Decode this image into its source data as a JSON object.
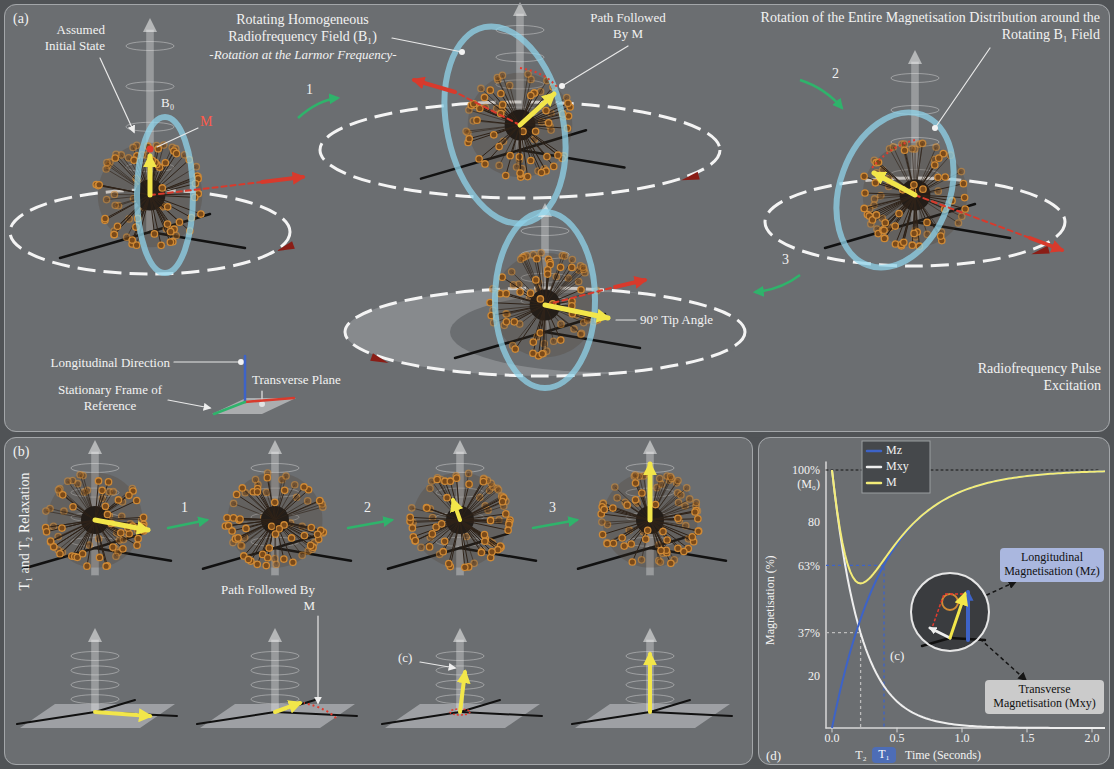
{
  "diagram": {
    "nodes": [
      {
        "text": [
          "(a)",
          "Radiofrequency Pulse Excitation"
        ]
      },
      {
        "text": [
          "(b)",
          "T₁ and T₂ Relaxation"
        ]
      },
      {
        "text": [
          "(d)"
        ]
      },
      {
        "text": [
          "(c)"
        ],
        "in": 2
      },
      {
        "text": [
          "Longitudinal Magnetisation (Mz)"
        ],
        "in": 2
      },
      {
        "text": [
          "Transverse Magnetisation (Mxy)"
        ],
        "in": 2
      },
      {
        "text": [
          "T₁"
        ],
        "in": 2
      }
    ],
    "edges": [
      {
        "from": 3,
        "to": 4,
        "arrow": "to"
      },
      {
        "from": 3,
        "to": 5,
        "arrow": "to"
      }
    ],
    "labels": [
      "Rotating Homogeneous Radiofrequency Field (B₁)",
      "-Rotation at the Larmor Frequency-",
      "Path Followed By M",
      "Rotation of the Entire Magnetisation Distribution around the Rotating B₁ Field",
      "Assumed Initial State",
      "B₀",
      "M",
      "1",
      "2",
      "3",
      "Longitudinal Direction",
      "Stationary Frame of Reference",
      "Transverse Plane",
      "90° Tip Angle",
      "1",
      "2",
      "3",
      "Path Followed By M",
      "(c)",
      "100%",
      "(M₀)",
      "80",
      "63%",
      "37%",
      "20",
      "Magnetisation (%)",
      "0.0",
      "0.5",
      "1.0",
      "1.5",
      "2.0",
      "Time (Seconds)",
      "T₂"
    ],
    "legend": [
      {
        "text": "Mz"
      },
      {
        "text": "Mxy"
      },
      {
        "text": "M"
      }
    ]
  }
}
